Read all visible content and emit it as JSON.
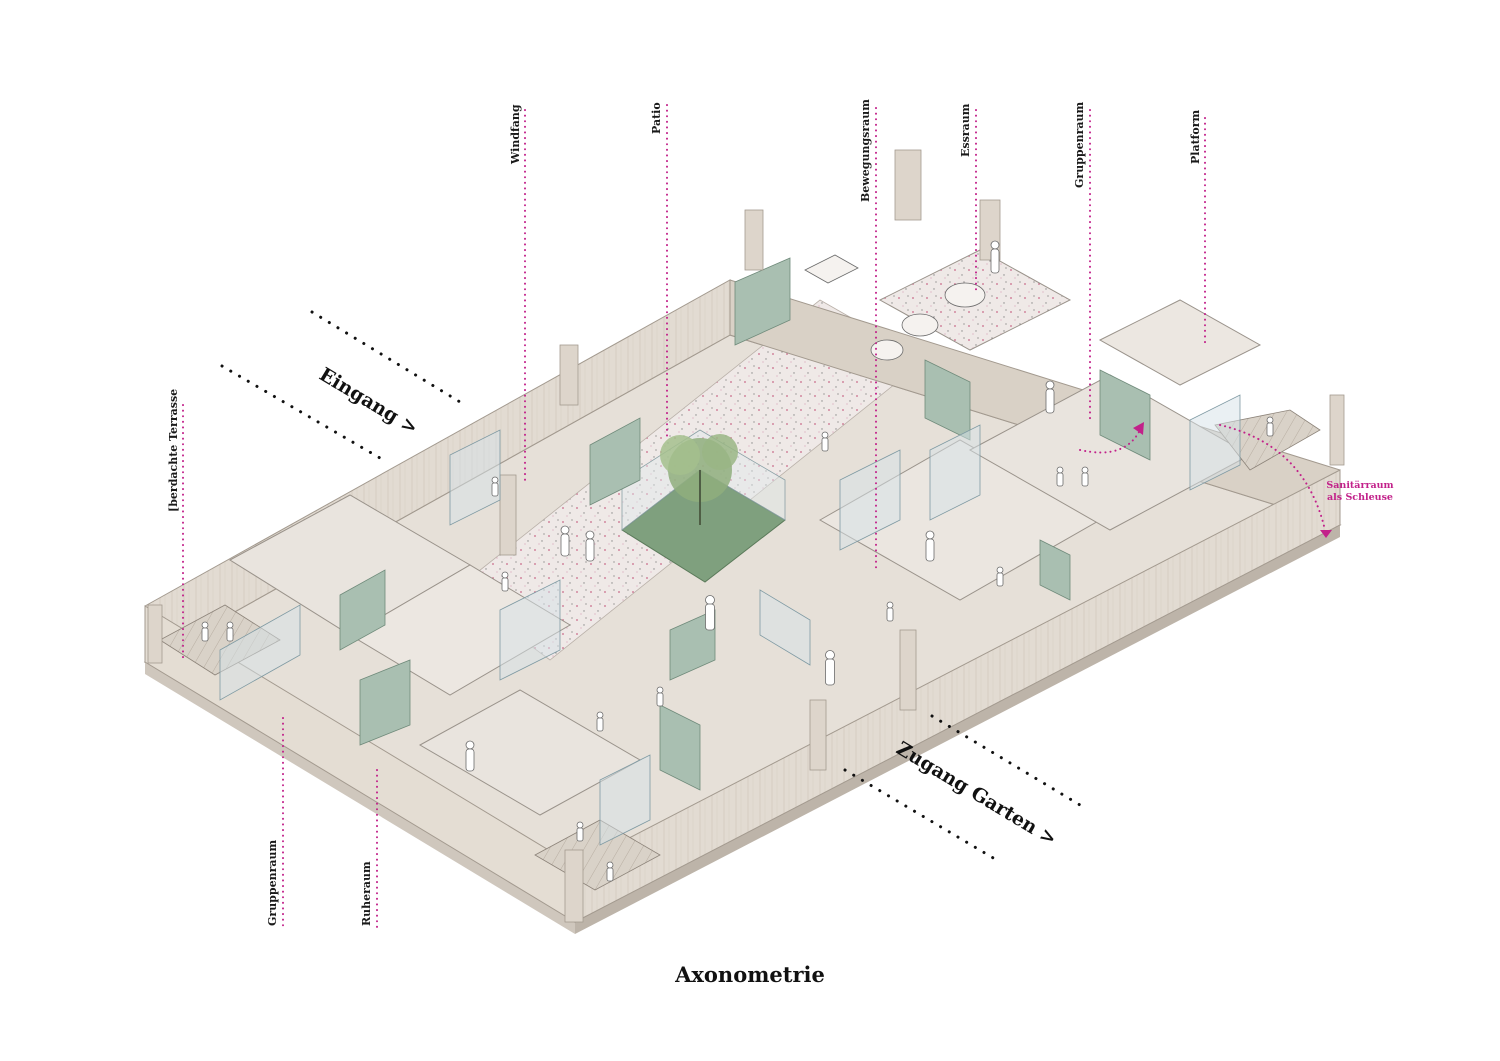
{
  "caption": "Axonometrie",
  "labels": {
    "windfang": "Windfang",
    "patio": "Patio",
    "bewegungsraum": "Bewegungsraum",
    "essraum": "Essraum",
    "gruppenraum_top": "Gruppenraum",
    "platform": "Platform",
    "terrasse": "[berdachte Terrasse",
    "gruppenraum_bottom": "Gruppenraum",
    "ruheraum": "Ruheraum"
  },
  "arrows": {
    "eingang": "Eingang >",
    "zugang": "Zugang Garten >"
  },
  "sanitar": {
    "line1": "Sanitärraum",
    "line2": "als Schleuse"
  },
  "colors": {
    "pink": "#c2218a",
    "floor": "#e9e4de",
    "wall": "#ddd5cb",
    "green_panel": "#a9bfb1",
    "terrazzo": "#efe9e7",
    "patio_green": "#7fa07e"
  }
}
